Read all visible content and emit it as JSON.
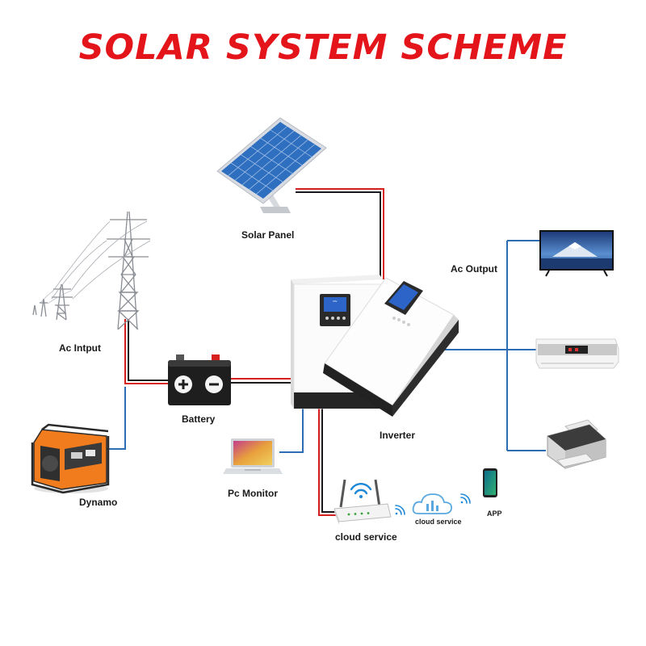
{
  "title": "SOLAR SYSTEM SCHEME",
  "labels": {
    "solar_panel": "Solar Panel",
    "ac_input": "Ac Intput",
    "battery": "Battery",
    "dynamo": "Dynamo",
    "pc_monitor": "Pc Monitor",
    "inverter": "Inverter",
    "ac_output": "Ac Output",
    "cloud_service_router": "cloud service",
    "cloud_service": "cloud service",
    "app": "APP"
  },
  "colors": {
    "title": "#e4141b",
    "dc_positive_wire": "#d62020",
    "dc_negative_wire": "#1a1a1a",
    "ac_wire": "#2e6db4",
    "solar_cell": "#2f6fc0",
    "generator": "#f07c1e",
    "signal": "#1e88d8"
  },
  "icons": {
    "solar_panel": "solar-panel-icon",
    "ac_input": "power-tower-icon",
    "battery": "battery-icon",
    "dynamo": "generator-icon",
    "pc_monitor": "laptop-icon",
    "inverter": "inverter-icon",
    "tv": "tv-icon",
    "air_conditioner": "air-conditioner-icon",
    "printer": "printer-icon",
    "router": "router-icon",
    "cloud": "cloud-icon",
    "phone": "phone-icon",
    "wifi": "wifi-icon"
  }
}
